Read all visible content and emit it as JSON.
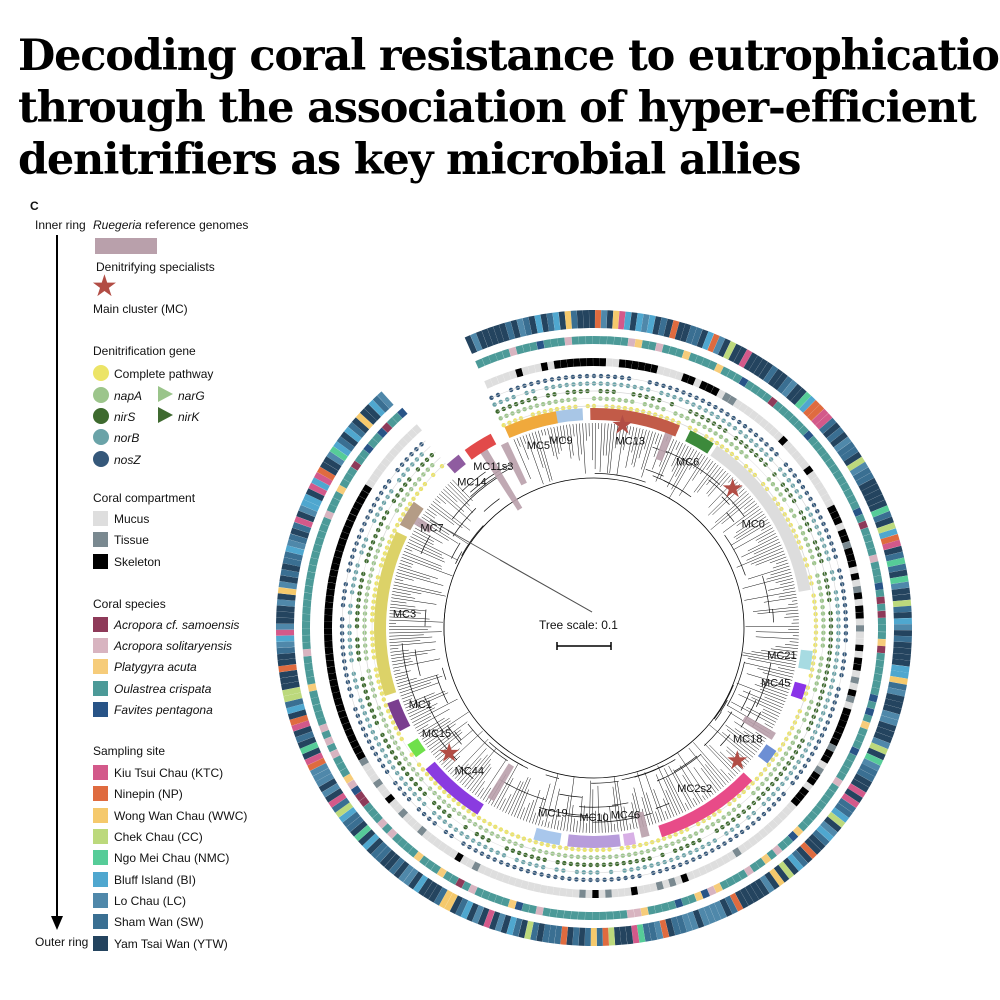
{
  "title_lines": [
    "Decoding coral resistance to eutrophication",
    "through the association of hyper-efficient",
    "denitrifiers as key microbial allies"
  ],
  "panel_letter": "C",
  "inner_ring_label": "Inner ring",
  "outer_ring_label": "Outer ring",
  "tree_scale_label": "Tree scale: 0.1",
  "legend": {
    "reference": {
      "italic": "Ruegeria",
      "rest": " reference genomes",
      "color": "#b9a0ab"
    },
    "specialists": {
      "label": "Denitrifying specialists",
      "color": "#b24d45"
    },
    "main_cluster": "Main cluster (MC)",
    "genes": {
      "header": "Denitrification gene",
      "items": [
        {
          "label": "Complete pathway",
          "color": "#ece467",
          "italic": false
        },
        {
          "label": "napA",
          "color": "#9cc58b",
          "italic": true
        },
        {
          "label": "nirS",
          "color": "#3d6a2e",
          "italic": true
        },
        {
          "label": "norB",
          "color": "#6aa3a8",
          "italic": true
        },
        {
          "label": "nosZ",
          "color": "#35587a",
          "italic": true
        },
        {
          "label": "narG",
          "color": "#9ac48a",
          "italic": true
        },
        {
          "label": "nirK",
          "color": "#3f6a30",
          "italic": true
        }
      ]
    },
    "compartment": {
      "header": "Coral compartment",
      "items": [
        {
          "label": "Mucus",
          "color": "#dedede"
        },
        {
          "label": "Tissue",
          "color": "#7a8990"
        },
        {
          "label": "Skeleton",
          "color": "#000000"
        }
      ]
    },
    "species": {
      "header": "Coral species",
      "items": [
        {
          "label": "Acropora cf. samoensis",
          "color": "#8e3a59"
        },
        {
          "label": "Acropora solitaryensis",
          "color": "#d8b4c0"
        },
        {
          "label": "Platygyra acuta",
          "color": "#f6cc7a"
        },
        {
          "label": "Oulastrea crispata",
          "color": "#4c9a98"
        },
        {
          "label": "Favites pentagona",
          "color": "#285487"
        }
      ]
    },
    "site": {
      "header": "Sampling site",
      "items": [
        {
          "label": "Kiu Tsui Chau (KTC)",
          "color": "#d3598a"
        },
        {
          "label": "Ninepin (NP)",
          "color": "#df6b3f"
        },
        {
          "label": "Wong Wan Chau (WWC)",
          "color": "#f5c96c"
        },
        {
          "label": "Chek Chau (CC)",
          "color": "#bcd97c"
        },
        {
          "label": "Ngo Mei Chau (NMC)",
          "color": "#56cc98"
        },
        {
          "label": "Bluff Island (BI)",
          "color": "#4fa7cf"
        },
        {
          "label": "Lo Chau (LC)",
          "color": "#4f88aa"
        },
        {
          "label": "Sham Wan (SW)",
          "color": "#3a6f92"
        },
        {
          "label": "Yam Tsai Wan (YTW)",
          "color": "#24445f"
        }
      ]
    }
  },
  "clusters": [
    {
      "label": "MC9",
      "start": -17,
      "end": -3,
      "color": "#a8c6e6"
    },
    {
      "label": "MC13",
      "start": -1,
      "end": 23,
      "color": "#c25b48"
    },
    {
      "label": "MC6",
      "start": 26,
      "end": 33,
      "color": "#3c8a3b"
    },
    {
      "label": "MC0",
      "start": 34,
      "end": 80,
      "color": "#dddddd"
    },
    {
      "label": "MC21",
      "start": 96,
      "end": 101,
      "color": "#a7dbe2"
    },
    {
      "label": "MC45",
      "start": 105,
      "end": 109,
      "color": "#8a33e8"
    },
    {
      "label": "MC18",
      "start": 124,
      "end": 128,
      "color": "#6d8fd4"
    },
    {
      "label": "MC2s2",
      "start": 134,
      "end": 162,
      "color": "#e84b88"
    },
    {
      "label": "MC46",
      "start": 169,
      "end": 172,
      "color": "#d8b0e6"
    },
    {
      "label": "MC10",
      "start": 173,
      "end": 187,
      "color": "#b79cdb"
    },
    {
      "label": "MC19",
      "start": 189,
      "end": 196,
      "color": "#a9c7ec"
    },
    {
      "label": "MC44",
      "start": 212,
      "end": 230,
      "color": "#8a3be0"
    },
    {
      "label": "MC15",
      "start": 234,
      "end": 238,
      "color": "#6fe04b"
    },
    {
      "label": "MC1",
      "start": 242,
      "end": 250,
      "color": "#7a3e8f"
    },
    {
      "label": "MC3",
      "start": 252,
      "end": 296,
      "color": "#dcd268"
    },
    {
      "label": "MC7",
      "start": 298,
      "end": 305,
      "color": "#b49c86"
    },
    {
      "label": "MC14",
      "start": 318,
      "end": 322,
      "color": "#8f5ca0"
    },
    {
      "label": "MC11s3",
      "start": 324,
      "end": 332,
      "color": "#e24a4a"
    },
    {
      "label": "MC5",
      "start": 336,
      "end": 350,
      "color": "#f0a93c"
    }
  ]
}
